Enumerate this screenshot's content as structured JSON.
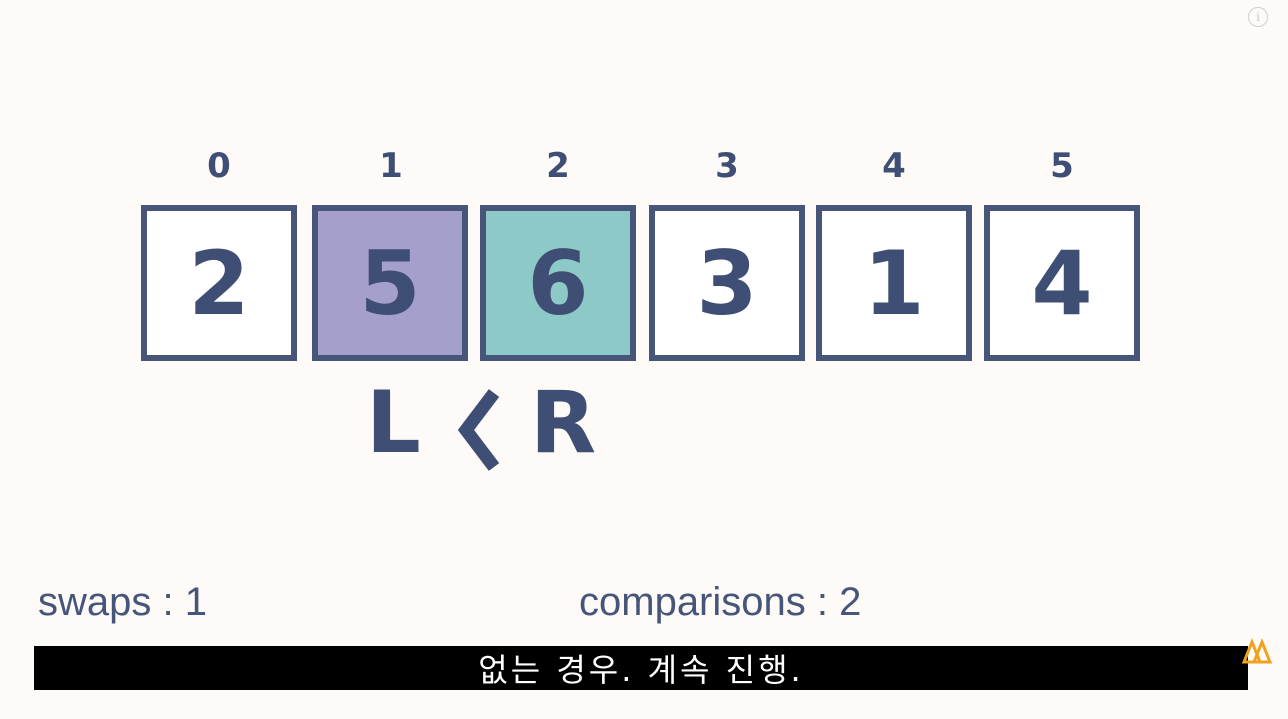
{
  "info_icon": "i",
  "indices": [
    "0",
    "1",
    "2",
    "3",
    "4",
    "5"
  ],
  "cells": [
    {
      "value": "2",
      "state": "default",
      "color": "#ffffff"
    },
    {
      "value": "5",
      "state": "left-pointer",
      "color": "#a59fcb"
    },
    {
      "value": "6",
      "state": "right-pointer",
      "color": "#8dc9c6"
    },
    {
      "value": "3",
      "state": "default",
      "color": "#ffffff"
    },
    {
      "value": "1",
      "state": "default",
      "color": "#ffffff"
    },
    {
      "value": "4",
      "state": "default",
      "color": "#ffffff"
    }
  ],
  "pointers": {
    "left_label": "L",
    "right_label": "R",
    "comparison_icon": "less-than-chevron-icon"
  },
  "stats": {
    "swaps": "swaps : 1",
    "comparisons": "comparisons : 2"
  },
  "subtitle": "없는 경우. 계속 진행.",
  "colors": {
    "text": "#3f4e74",
    "border": "#465578",
    "background": "#fdfaf7",
    "left_highlight": "#a59fcb",
    "right_highlight": "#8dc9c6",
    "logo_accent": "#f0a21e"
  },
  "logo_icon": "double-triangle-logo-icon"
}
